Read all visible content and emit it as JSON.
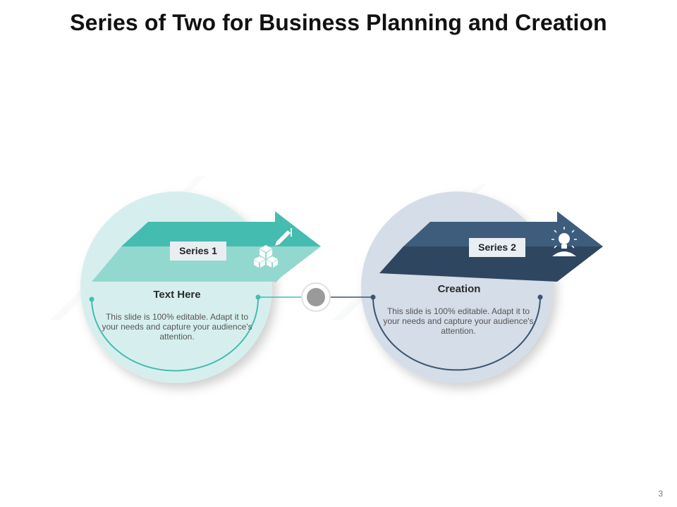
{
  "title": "Series of Two for Business Planning and Creation",
  "page_number": "3",
  "colors": {
    "teal": "#45bcb0",
    "teal_light": "#d6efee",
    "navy": "#3a5472",
    "navy_light": "#d4dde8",
    "connector_dot": "#9a9a9a"
  },
  "items": [
    {
      "series_label": "Series 1",
      "heading": "Text Here",
      "body": "This slide is 100% editable. Adapt it to your needs and capture your audience's attention.",
      "icon": "cubes-pencil-icon"
    },
    {
      "series_label": "Series 2",
      "heading": "Creation",
      "body": "This slide is 100% editable. Adapt it to your needs and capture your audience's attention.",
      "icon": "lightbulb-person-icon"
    }
  ]
}
